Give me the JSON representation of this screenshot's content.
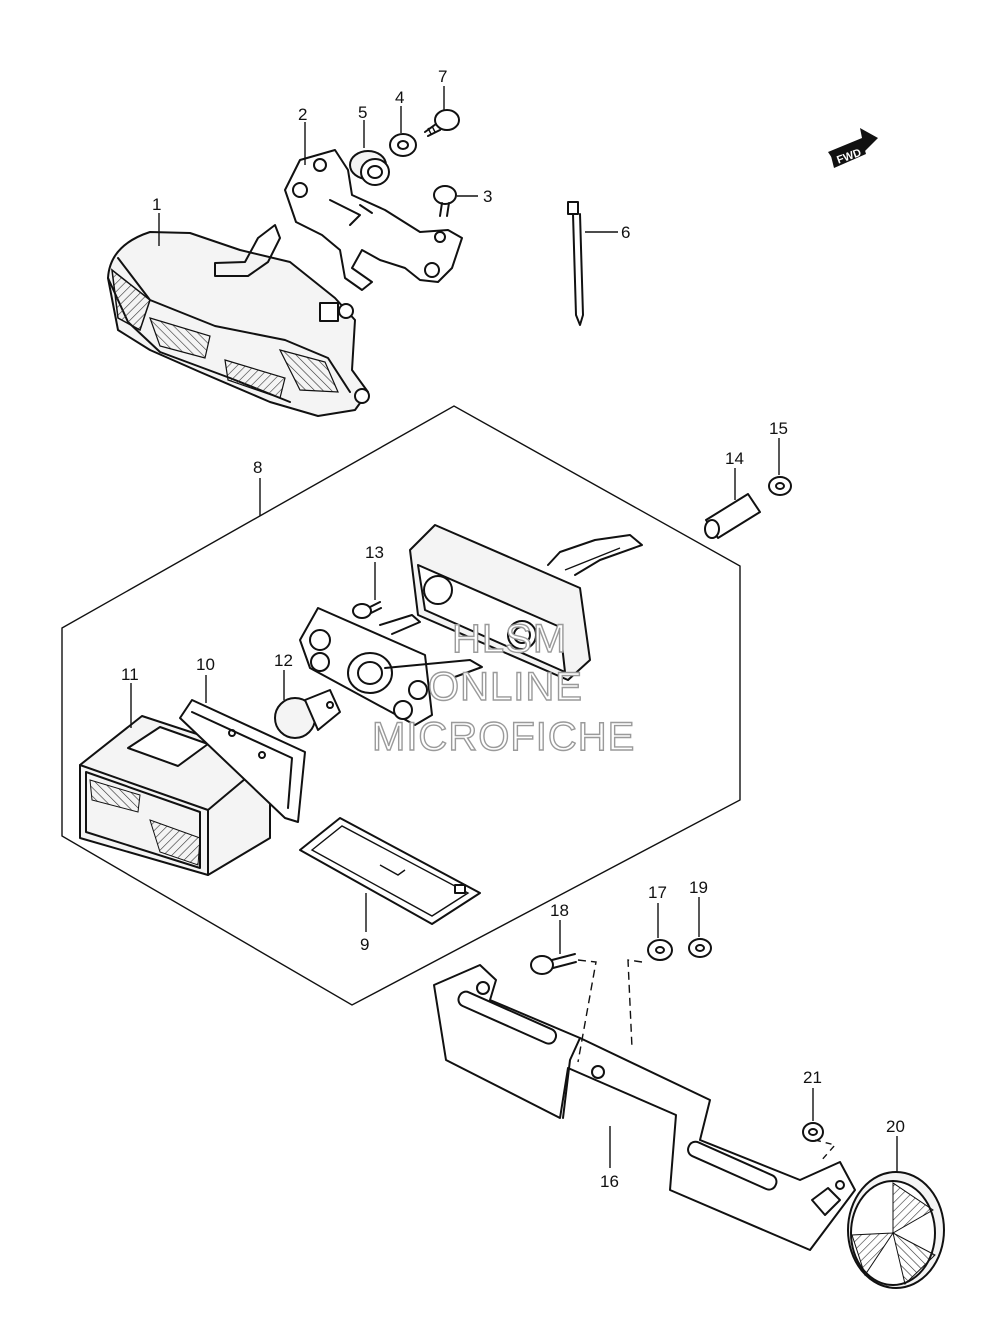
{
  "direction_marker": {
    "text": "FWD"
  },
  "watermark": {
    "line1": "HLSM",
    "line2": "ONLINE",
    "line3": "MICROFICHE"
  },
  "callouts": {
    "c1": "1",
    "c2": "2",
    "c3": "3",
    "c4": "4",
    "c5": "5",
    "c6": "6",
    "c7": "7",
    "c8": "8",
    "c9": "9",
    "c10": "10",
    "c11": "11",
    "c12": "12",
    "c13": "13",
    "c14": "14",
    "c15": "15",
    "c16": "16",
    "c17": "17",
    "c18": "18",
    "c19": "19",
    "c20": "20",
    "c21": "21"
  }
}
